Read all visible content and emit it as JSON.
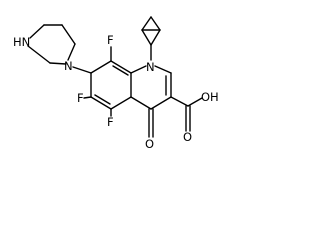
{
  "molecule": {
    "atoms": {
      "nh": "HN",
      "n_pip": "N",
      "f_top": "F",
      "n_quin": "N",
      "f_left": "F",
      "f_bottom": "F",
      "o_ketone": "O",
      "oh": "OH",
      "o_acid": "O"
    }
  }
}
